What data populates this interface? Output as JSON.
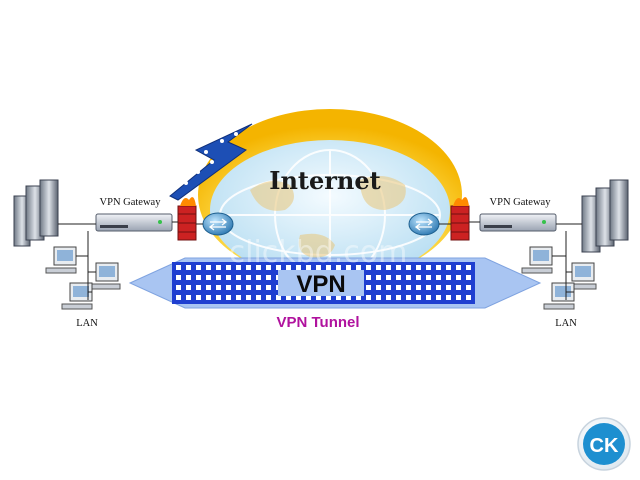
{
  "diagram": {
    "cloud_label": "Internet",
    "tunnel_label": "VPN",
    "tunnel_caption": "VPN Tunnel",
    "left": {
      "gateway_label": "VPN Gateway",
      "lan_label": "LAN"
    },
    "right": {
      "gateway_label": "VPN Gateway",
      "lan_label": "LAN"
    },
    "watermark": "clickbd.com",
    "badge_text": "CK"
  },
  "colors": {
    "cloud_glow": "#f7c400",
    "cloud_body": "#dff3fb",
    "tunnel_arrow": "#a9c5f2",
    "tunnel_bar": "#1f3fd0",
    "tunnel_caption": "#b0129e",
    "firewall": "#cc2222",
    "router": "#3a8fc4",
    "badge": "#1d8fd0"
  }
}
